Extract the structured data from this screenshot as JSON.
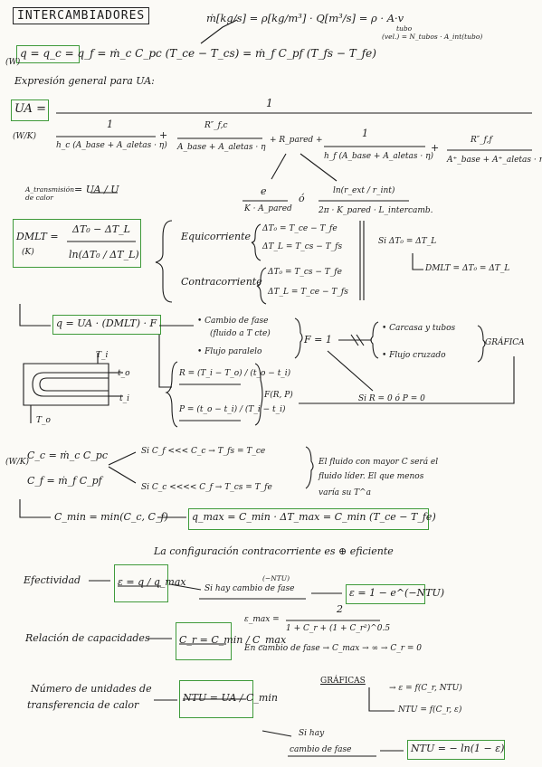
{
  "title": "INTERCAMBIADORES",
  "mass_flow": "ṁ[kg/s] = ρ[kg/m³] · Q[m³/s] = ρ · A·v",
  "mass_flow_sub": "(vel.) = N_tubos · A_int(tubo)",
  "mass_flow_area": "tubo",
  "heat_eq": "q = q_c = q_f = ṁ_c C_pc (T_ce − T_cs) = ṁ_f C_pf (T_fs − T_fe)",
  "heat_unit": "(W)",
  "ua_intro": "Expresión general para UA:",
  "ua_label": "UA =",
  "ua_unit": "(W/K)",
  "ua_numerator": "1",
  "ua_terms": {
    "t1_num": "1",
    "t1_den": "h_c (A_base + A_aletas · η)",
    "t2_num": "R″_f,c",
    "t2_den": "A_base + A_aletas · η",
    "t3": "+ R_pared +",
    "t4_num": "1",
    "t4_den": "h_f (A_base + A_aletas · η)",
    "t5_num": "R″_f,f",
    "t5_den": "A⁺_base + A⁺_aletas · η",
    "plus": "+"
  },
  "rpared": {
    "plane_num": "e",
    "plane_den": "K · A_pared",
    "or": "ó",
    "cyl_num": "ln(r_ext / r_int)",
    "cyl_den": "2π · K_pared · L_intercamb."
  },
  "u_def": {
    "label": "A_transmisión de calor",
    "eq": "= UA / U"
  },
  "dmlt": {
    "label": "DMLT =",
    "unit": "(K)",
    "num": "ΔT₀ − ΔT_L",
    "den": "ln(ΔT₀ / ΔT_L)",
    "equi": "Equicorriente",
    "equi_1": "ΔT₀ = T_ce − T_fe",
    "equi_2": "ΔT_L = T_cs − T_fs",
    "contra": "Contracorriente",
    "contra_1": "ΔT₀ = T_cs − T_fe",
    "contra_2": "ΔT_L = T_ce − T_fs",
    "si": "Si ΔT₀ = ΔT_L",
    "then": "DMLT = ΔT₀ = ΔT_L"
  },
  "q_ua": "q = UA · (DMLT) · F",
  "f_cases": {
    "c1": "• Cambio de fase",
    "c1b": "(fluido a T cte)",
    "c2": "• Flujo paralelo",
    "f1": "F = 1",
    "c3": "• Carcasa y tubos",
    "c4": "• Flujo cruzado",
    "grafica": "GRÁFICA",
    "R": "R = (T_i − T_o) / (t_o − t_i)",
    "P": "P = (t_o − t_i) / (T_i − t_i)",
    "frp": "F(R, P)",
    "si": "Si R = 0 ó P = 0"
  },
  "diagram": {
    "Ti": "T_i",
    "To": "T_o",
    "to": "t_o",
    "ti": "t_i"
  },
  "capacities": {
    "unit": "(W/K)",
    "cc": "C_c = ṁ_c C_pc",
    "cf": "C_f = ṁ_f C_pf",
    "s1": "Si C_f <<< C_c → T_fs = T_ce",
    "s2": "Si C_c <<<< C_f → T_cs = T_fe",
    "note1": "El fluido con mayor C será el",
    "note2": "fluido líder. El que menos",
    "note3": "varía su T^a"
  },
  "cmin": "C_min = min(C_c, C_f)",
  "qmax": "q_max = C_min · ΔT_max = C_min (T_ce − T_fe)",
  "contra_efic": "La configuración contracorriente es ⊕ eficiente",
  "efectividad": {
    "label": "Efectividad",
    "eq": "ε = q / q_max",
    "si": "Si hay cambio de fase",
    "exp": "(−NTU)",
    "res": "ε = 1 − e^(−NTU)",
    "emax": "ε_max =",
    "emax_num": "2",
    "emax_den": "1 + C_r + (1 + C_r²)^0.5"
  },
  "relacion": {
    "label": "Relación de capacidades",
    "eq": "C_r = C_min / C_max",
    "note": "En cambio de fase → C_max → ∞ → C_r = 0"
  },
  "ntu": {
    "label1": "Número de unidades de",
    "label2": "transferencia de calor",
    "eq": "NTU = UA / C_min",
    "graficas": "GRÁFICAS",
    "g1": "→ ε = f(C_r, NTU)",
    "g2": "NTU = f(C_r, ε)",
    "si1": "Si hay",
    "si2": "cambio de fase",
    "res": "NTU = − ln(1 − ε)"
  },
  "colors": {
    "green": "#3f9a3a",
    "ink": "#1b1b1b"
  }
}
